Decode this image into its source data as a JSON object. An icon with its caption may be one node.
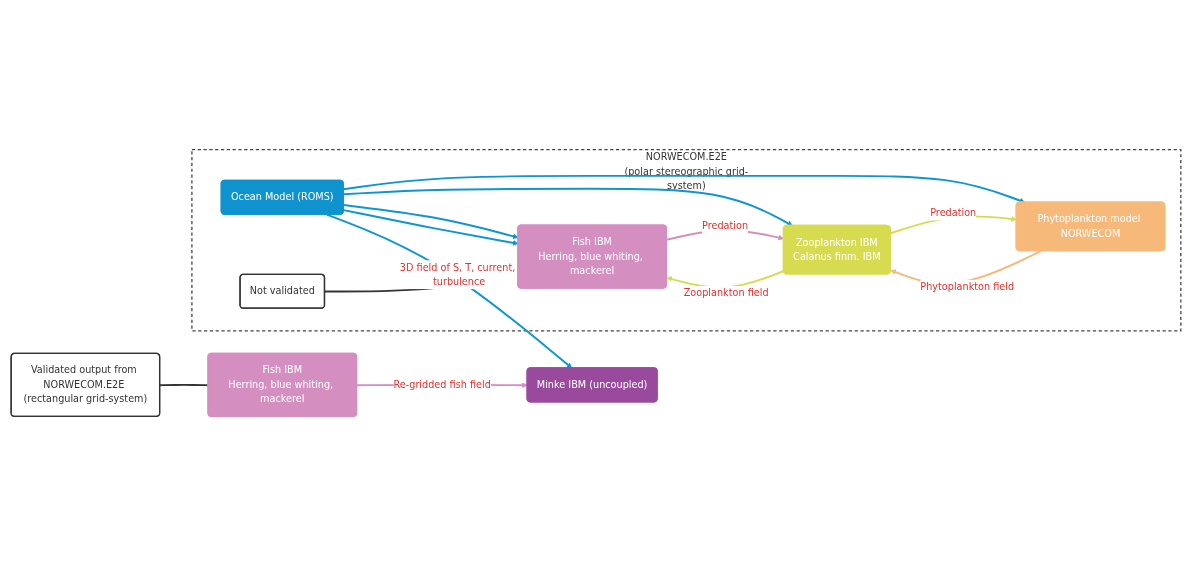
{
  "diagram": {
    "nodes": [
      {
        "text": [
          "Validated output from NORWECOM.E2E (rectangular grid-system)"
        ]
      },
      {
        "text": [
          "Fish IBM",
          "Herring, blue whiting, mackerel"
        ]
      },
      {
        "text": [
          "Minke IBM (uncoupled)"
        ]
      },
      {
        "text": [
          "NORWECOM.E2E",
          "(polar stereographic grid-system)"
        ]
      },
      {
        "text": [
          "Fish IBM",
          "Herring, blue whiting, mackerel"
        ],
        "in": 3
      },
      {
        "text": [
          "Zooplankton IBM",
          "Calanus finm. IBM"
        ],
        "in": 3
      },
      {
        "text": [
          "Phytoplankton model NORWECOM"
        ],
        "in": 3
      },
      {
        "text": [
          "Ocean Model (ROMS)"
        ],
        "in": 3
      },
      {
        "text": [
          "Not validated"
        ],
        "in": 3
      }
    ],
    "edges": [
      {
        "from": 0,
        "to": 1,
        "arrow": "none",
        "color": "#333333"
      },
      {
        "from": 1,
        "to": 2,
        "arrow": "to",
        "label": "Re-gridded fish field",
        "color": "#d48ec0"
      },
      {
        "from": 4,
        "to": 5,
        "arrow": "to",
        "label": "Predation",
        "color": "#d48ec0"
      },
      {
        "from": 5,
        "to": 6,
        "arrow": "to",
        "label": "Predation",
        "color": "#d6db50"
      },
      {
        "from": 6,
        "to": 5,
        "arrow": "to",
        "label": "Phytoplankton field",
        "color": "#f7b97a"
      },
      {
        "from": 5,
        "to": 4,
        "arrow": "to",
        "label": "Zooplankton field",
        "color": "#d6db50"
      },
      {
        "from": 7,
        "to": 6,
        "arrow": "to"
      },
      {
        "from": 7,
        "to": 5,
        "arrow": "to"
      },
      {
        "from": 7,
        "to": 4,
        "arrow": "to"
      },
      {
        "from": 7,
        "to": 4,
        "arrow": "to"
      },
      {
        "from": 7,
        "to": 2,
        "arrow": "to",
        "label": "3D field of S, T, current, turbulence"
      },
      {
        "from": 8,
        "to": 4,
        "arrow": "none",
        "color": "#333333"
      }
    ]
  }
}
